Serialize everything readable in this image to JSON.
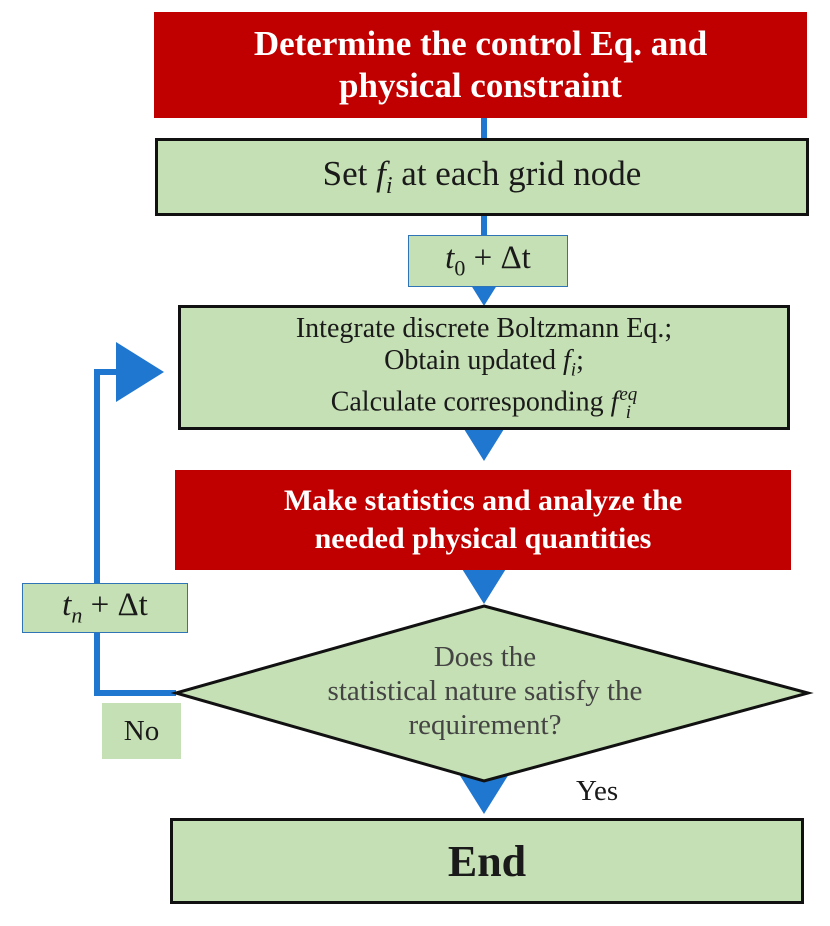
{
  "nodes": {
    "start": {
      "line1": "Determine the control Eq. and",
      "line2": "physical constraint"
    },
    "set_fi": {
      "text": "Set ",
      "var": "f",
      "sub": "i",
      "tail": " at each grid node"
    },
    "t0": {
      "t": "t",
      "sub": "0",
      "tail": " + Δt"
    },
    "integrate": {
      "line1": "Integrate discrete Boltzmann Eq.;",
      "line2": "Obtain  updated ",
      "line2_var": "f",
      "line2_sub": "i",
      "line2_tail": ";",
      "line3": "Calculate corresponding ",
      "line3_var": "f",
      "line3_sub": "i",
      "line3_sup": "eq"
    },
    "stats": {
      "line1": "Make statistics and analyze the",
      "line2": "needed physical quantities"
    },
    "decision": {
      "line1": "Does the",
      "line2": "statistical nature satisfy the",
      "line3": "requirement?"
    },
    "tn": {
      "t": "t",
      "sub": "n",
      "tail": " + Δt"
    },
    "no": "No",
    "yes": "Yes",
    "end": "End"
  },
  "colors": {
    "red": "#c00000",
    "green": "#c5e0b4",
    "arrow": "#1f77d0",
    "border": "#111111"
  }
}
